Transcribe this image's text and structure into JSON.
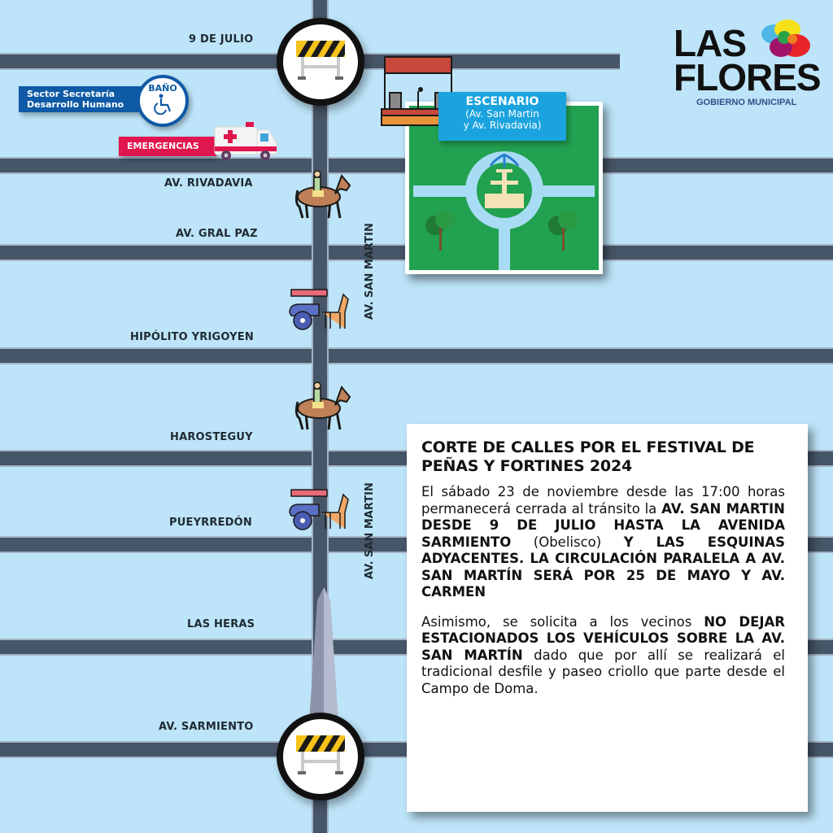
{
  "logo": {
    "line1": "LAS",
    "line2": "FLORES",
    "subtitle": "GOBIERNO MUNICIPAL",
    "flower_colors": [
      "#4fb7e6",
      "#f7e11b",
      "#2aa24a",
      "#e8232a",
      "#a1136a",
      "#f07d1f"
    ]
  },
  "streets": {
    "nueve_de_julio": "9 DE JULIO",
    "rivadavia": "AV. RIVADAVIA",
    "gral_paz": "AV. GRAL PAZ",
    "yrigoyen": "HIPÓLITO YRIGOYEN",
    "harosteguy": "HAROSTEGUY",
    "pueyrredon": "PUEYRREDÓN",
    "las_heras": "LAS HERAS",
    "sarmiento": "AV. SARMIENTO",
    "san_martin": "AV. SAN MARTIN"
  },
  "markers": {
    "sector_label": [
      "Sector Secretaría",
      "Desarrollo Humano"
    ],
    "bano_label": "BAÑO",
    "emergencias_label": "EMERGENCIAS",
    "escenario_title": "ESCENARIO",
    "escenario_line2": "(Av. San Martin",
    "escenario_line3": "y Av. Rivadavia)"
  },
  "info": {
    "title": "CORTE DE CALLES POR EL FESTIVAL DE PEÑAS Y FORTINES 2024",
    "p1_a": "El sábado 23 de noviembre desde las 17:00 horas permanecerá cerrada al tránsito la ",
    "p1_b": "AV. SAN MARTIN DESDE 9 DE JULIO HASTA LA AVENIDA SARMIENTO",
    "p1_c": " (Obelisco) ",
    "p1_d": "Y LAS ESQUINAS ADYACENTES. LA CIRCULACIÓN PARALELA A AV. SAN MARTÍN SERÁ POR 25 DE MAYO Y AV. CARMEN",
    "p2_a": "Asimismo, se solicita a los vecinos ",
    "p2_b": "NO DEJAR ESTACIONADOS LOS VEHÍCULOS SOBRE LA AV. SAN MARTÍN",
    "p2_c": " dado que por allí se realizará el tradicional desfile y paseo criollo que parte desde el Campo de Doma."
  },
  "colors": {
    "background": "#bde4f8",
    "road": "#465567",
    "sector_blue": "#0f5aa6",
    "emergency_red": "#e0164f",
    "escenario_blue": "#1aa3df",
    "park_green": "#22a150"
  }
}
